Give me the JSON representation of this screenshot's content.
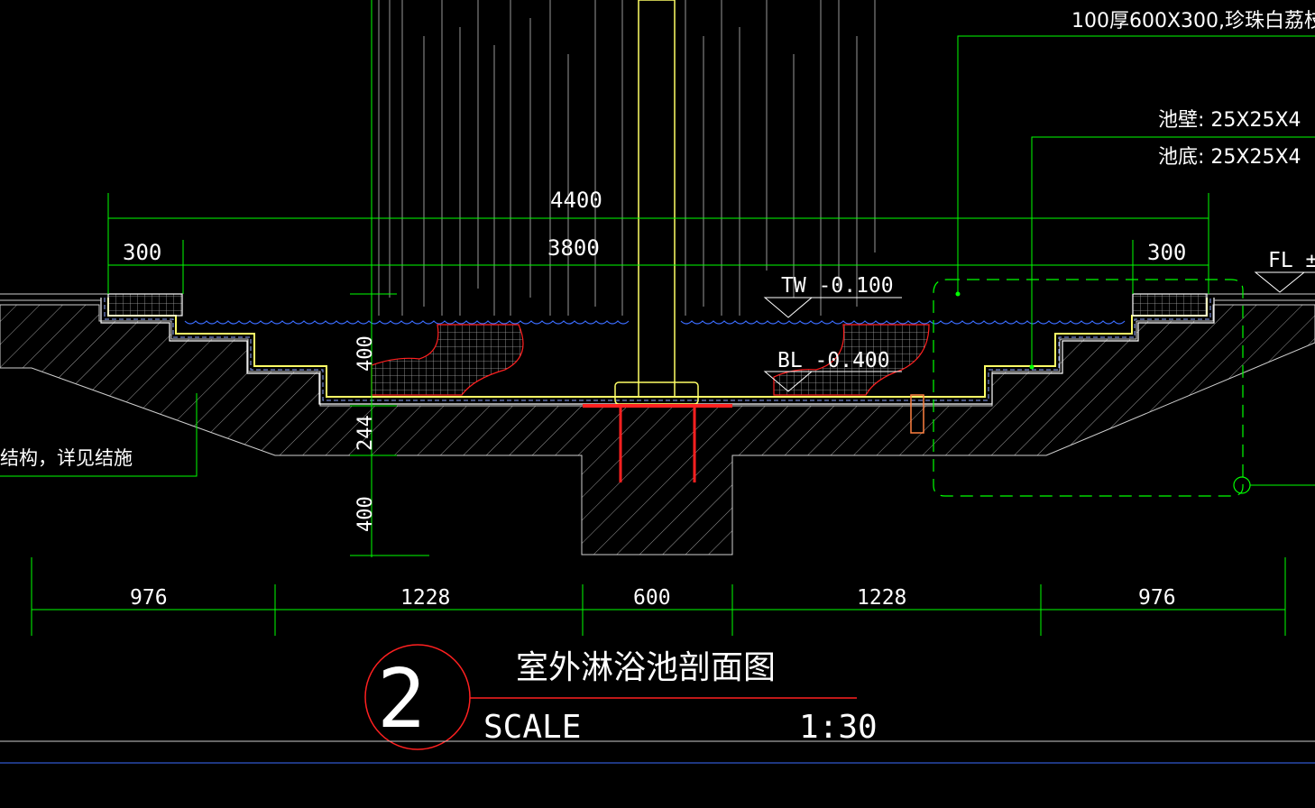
{
  "colors": {
    "background": "#000000",
    "dimension": "#00ff00",
    "text": "#ffffff",
    "structure": "#ffff66",
    "water": "#3b6cff",
    "accent": "#ff2020",
    "hatch": "#bfbfbf"
  },
  "notes": {
    "top_right": "100厚600X300,珍珠白荔枝",
    "wall_line": "池壁: 25X25X4",
    "floor_line": "池底: 25X25X4",
    "left_note": "结构，详见结施"
  },
  "dimensions": {
    "overall_width": "4400",
    "inner_width": "3800",
    "left_curb": "300",
    "right_curb": "300",
    "depth_water": "400",
    "slab": "244",
    "footing": "400",
    "bottom_segments": [
      "976",
      "1228",
      "600",
      "1228",
      "976"
    ]
  },
  "levels": {
    "tw": "TW -0.100",
    "bl": "BL -0.400",
    "fl": "FL ±"
  },
  "title": {
    "number": "2",
    "name": "室外淋浴池剖面图",
    "scale_label": "SCALE",
    "scale_value": "1:30"
  }
}
